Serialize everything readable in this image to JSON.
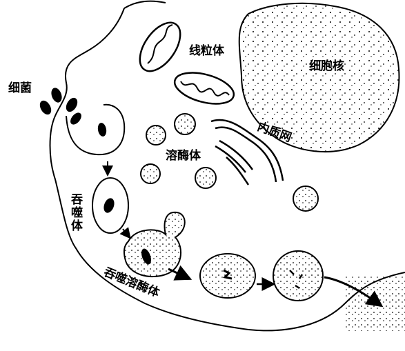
{
  "labels": {
    "bacteria": "细菌",
    "mitochondria": "线粒体",
    "nucleus": "细胞核",
    "lysosome": "溶酶体",
    "er": "内质网",
    "phagosome": "吞噬体",
    "phagolysosome": "吞噬溶酶体"
  }
}
